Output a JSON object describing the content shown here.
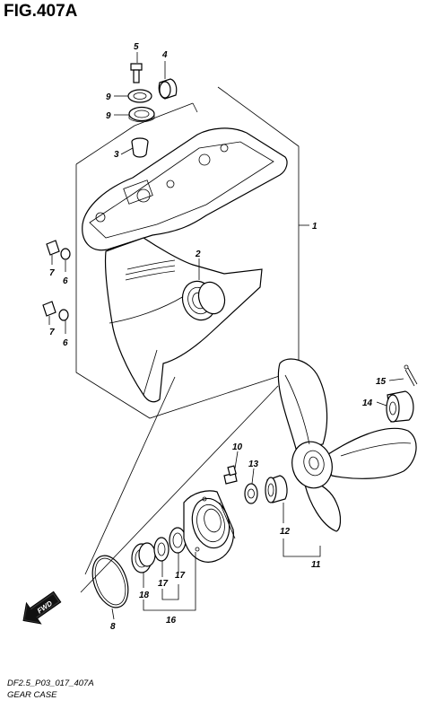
{
  "figure": {
    "title": "FIG.407A",
    "code": "DF2.5_P03_017_407A",
    "name": "GEAR CASE",
    "fwd_label": "FWD"
  },
  "callouts": [
    "1",
    "2",
    "3",
    "4",
    "5",
    "6",
    "6",
    "7",
    "7",
    "8",
    "9",
    "9",
    "10",
    "11",
    "12",
    "13",
    "14",
    "15",
    "16",
    "17",
    "17",
    "18"
  ]
}
